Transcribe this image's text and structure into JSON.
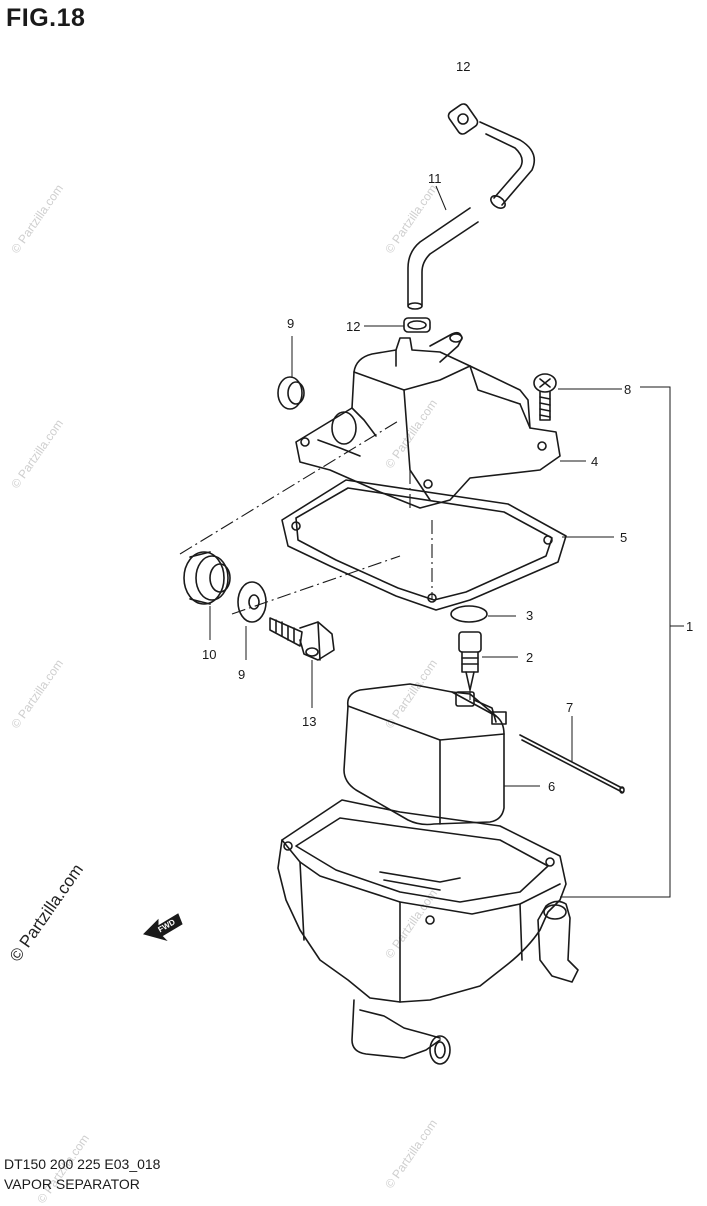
{
  "figure": {
    "title": "FIG.18"
  },
  "footer": {
    "model_code": "DT150 200 225 E03_018",
    "part_name": "VAPOR SEPARATOR"
  },
  "watermark": {
    "text": "© Partzilla.com"
  },
  "fwd_label": "FWD",
  "callouts": {
    "c1": "1",
    "c2": "2",
    "c3": "3",
    "c4": "4",
    "c5": "5",
    "c6": "6",
    "c7": "7",
    "c8": "8",
    "c9a": "9",
    "c9b": "9",
    "c10": "10",
    "c11": "11",
    "c12a": "12",
    "c12b": "12",
    "c13": "13"
  }
}
